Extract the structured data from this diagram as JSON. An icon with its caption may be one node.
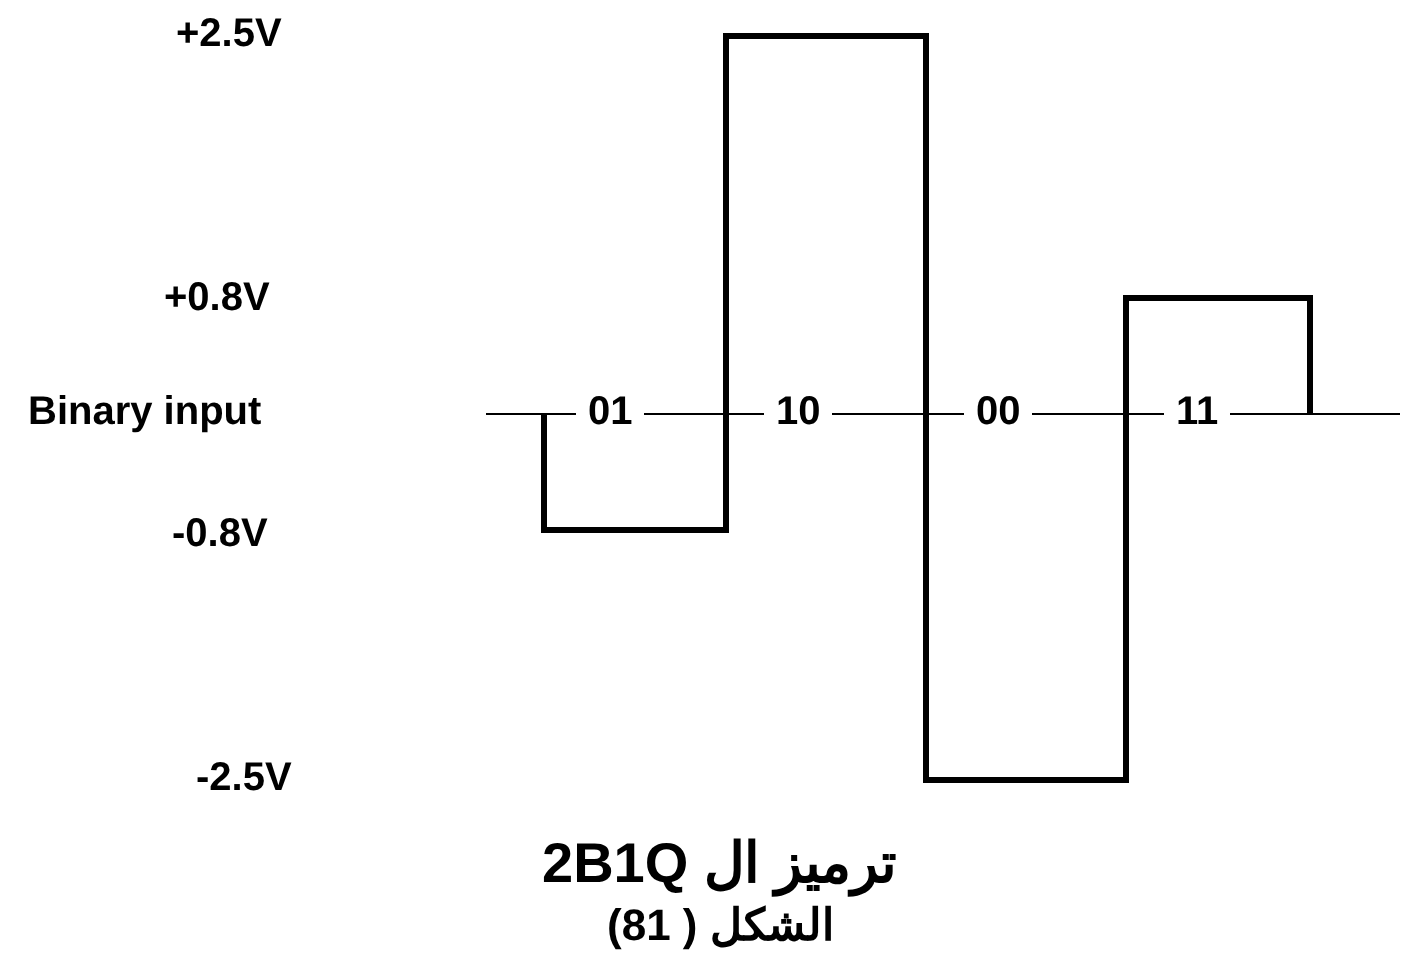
{
  "diagram": {
    "title": "ترميز ال 2B1Q",
    "caption": "الشكل ( 81)",
    "labels": [
      "+2.5V",
      "+0.8V",
      "Binary input",
      "01",
      "10",
      "00",
      "11",
      "-0.8V",
      "-2.5V"
    ]
  }
}
